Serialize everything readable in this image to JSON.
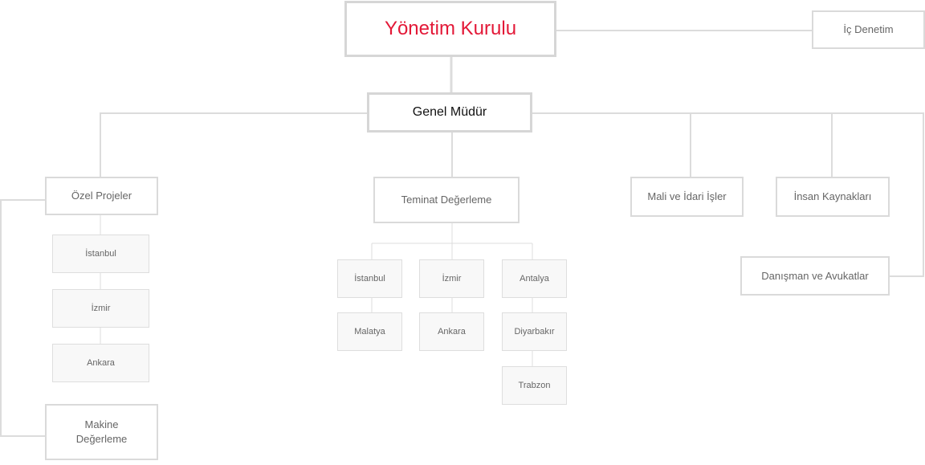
{
  "board": {
    "label": "Yönetim Kurulu"
  },
  "internal_audit": {
    "label": "İç Denetim"
  },
  "general_manager": {
    "label": "Genel Müdür"
  },
  "special_projects": {
    "label": "Özel Projeler",
    "branches": [
      "İstanbul",
      "İzmir",
      "Ankara"
    ]
  },
  "machine_valuation": {
    "label": "Makine Değerleme"
  },
  "collateral_valuation": {
    "label": "Teminat Değerleme",
    "groups": [
      {
        "items": [
          "İstanbul",
          "Malatya"
        ]
      },
      {
        "items": [
          "İzmir",
          "Ankara"
        ]
      },
      {
        "items": [
          "Antalya",
          "Diyarbakır",
          "Trabzon"
        ]
      }
    ]
  },
  "finance_admin": {
    "label": "Mali ve İdari İşler"
  },
  "human_resources": {
    "label": "İnsan Kaynakları"
  },
  "advisors_lawyers": {
    "label": "Danışman ve Avukatlar"
  },
  "colors": {
    "accent": "#e31837",
    "connector": "#dcdcdc",
    "box_border": "#d6d6d6",
    "sub_box_fill": "#f8f8f8",
    "text": "#666666"
  }
}
